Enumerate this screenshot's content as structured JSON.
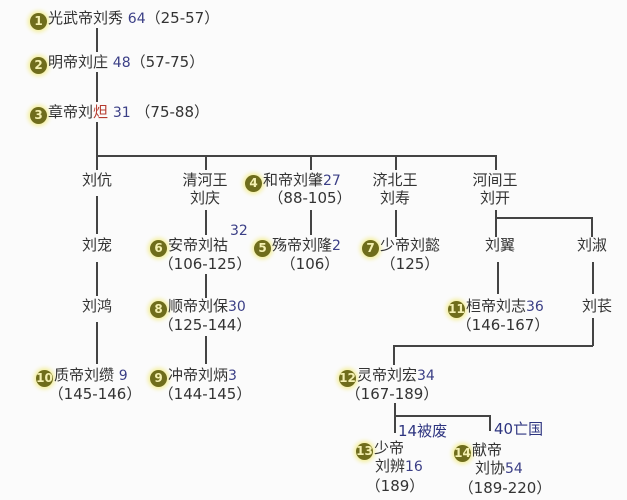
{
  "nodes": {
    "n1": {
      "num": "1",
      "name": "光武帝刘秀",
      "age": "64",
      "reign": "（25-57）"
    },
    "n2": {
      "num": "2",
      "name": "明帝刘庄",
      "age": "48",
      "reign": "（57-75）"
    },
    "n3": {
      "num": "3",
      "name_a": "章帝刘",
      "name_b": "炟",
      "age": "31",
      "reign": "（75-88）"
    },
    "kang": "刘伉",
    "qinghe": {
      "title": "清河王",
      "name": "刘庆"
    },
    "n4": {
      "num": "4",
      "name": "和帝刘肇",
      "age": "27",
      "reign": "（88-105）"
    },
    "jibei": {
      "title": "济北王",
      "name": "刘寿"
    },
    "hejian": {
      "title": "河间王",
      "name": "刘开"
    },
    "chong": "刘宠",
    "n6": {
      "num": "6",
      "name": "安帝刘祜",
      "age": "32",
      "reign": "（106-125）"
    },
    "n5": {
      "num": "5",
      "name": "殇帝刘隆",
      "age": "2",
      "reign": "（106）"
    },
    "n7": {
      "num": "7",
      "name": "少帝刘懿",
      "reign": "（125）"
    },
    "yi": "刘翼",
    "shu": "刘淑",
    "hong": "刘鸿",
    "n8": {
      "num": "8",
      "name": "顺帝刘保",
      "age": "30",
      "reign": "（125-144）"
    },
    "n11": {
      "num": "11",
      "name": "桓帝刘志",
      "age": "36",
      "reign": "（146-167）"
    },
    "chang": "刘苌",
    "n10": {
      "num": "10",
      "name": "质帝刘缵",
      "age": "9",
      "reign": "（145-146）"
    },
    "n9": {
      "num": "9",
      "name": "冲帝刘炳",
      "age": "3",
      "reign": "（144-145）"
    },
    "n12": {
      "num": "12",
      "name": "灵帝刘宏",
      "age": "34",
      "reign": "（167-189）"
    },
    "deposed": "14被废",
    "fall": "40亡国",
    "n13": {
      "num": "13",
      "title": "少帝",
      "name": "刘辨",
      "age": "16",
      "reign": "（189）"
    },
    "n14": {
      "num": "14",
      "title": "献帝",
      "name": "刘协",
      "age": "54",
      "reign": "（189-220）"
    }
  },
  "colors": {
    "badge": "#6f6d1c",
    "age": "#3b3f86",
    "highlight": "#b53a2e"
  }
}
